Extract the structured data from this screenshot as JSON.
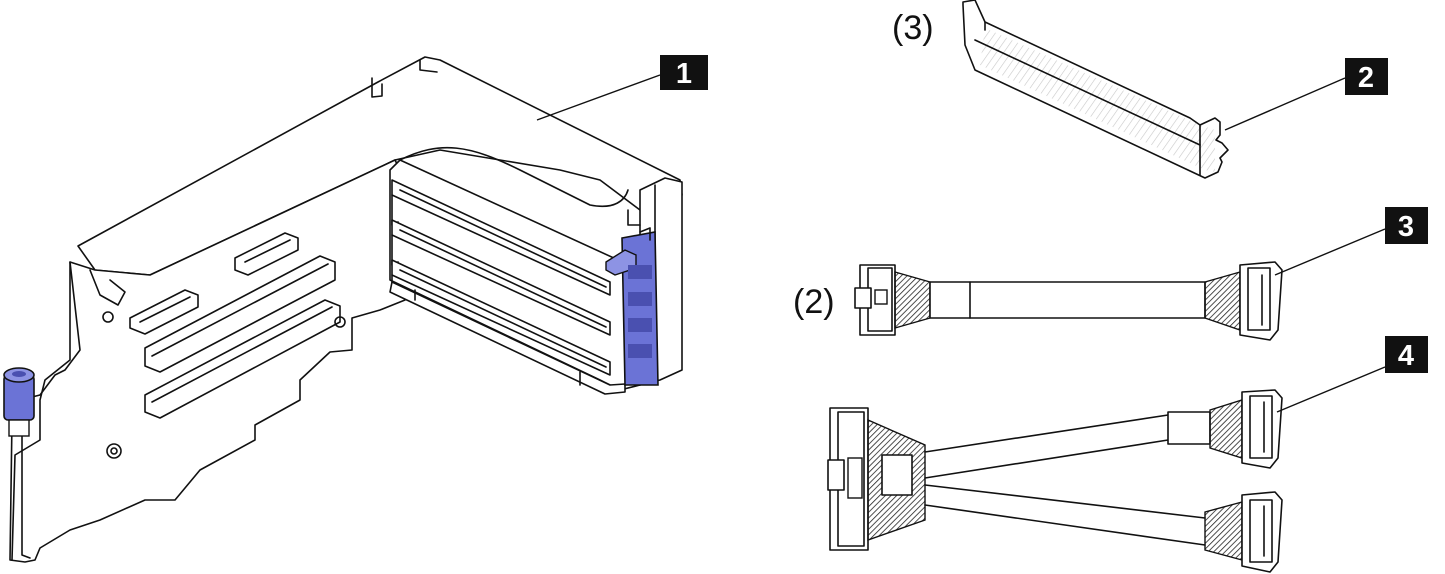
{
  "callouts": [
    {
      "id": "1",
      "label": "1"
    },
    {
      "id": "2",
      "label": "2"
    },
    {
      "id": "3",
      "label": "3"
    },
    {
      "id": "4",
      "label": "4"
    }
  ],
  "quantities": {
    "bracket": "(3)",
    "cable_single": "(2)"
  },
  "colors": {
    "latch_blue": "#6b73d6",
    "latch_blue_dark": "#4a50b0",
    "line": "#111111",
    "hatch": "#c8c8c8"
  }
}
